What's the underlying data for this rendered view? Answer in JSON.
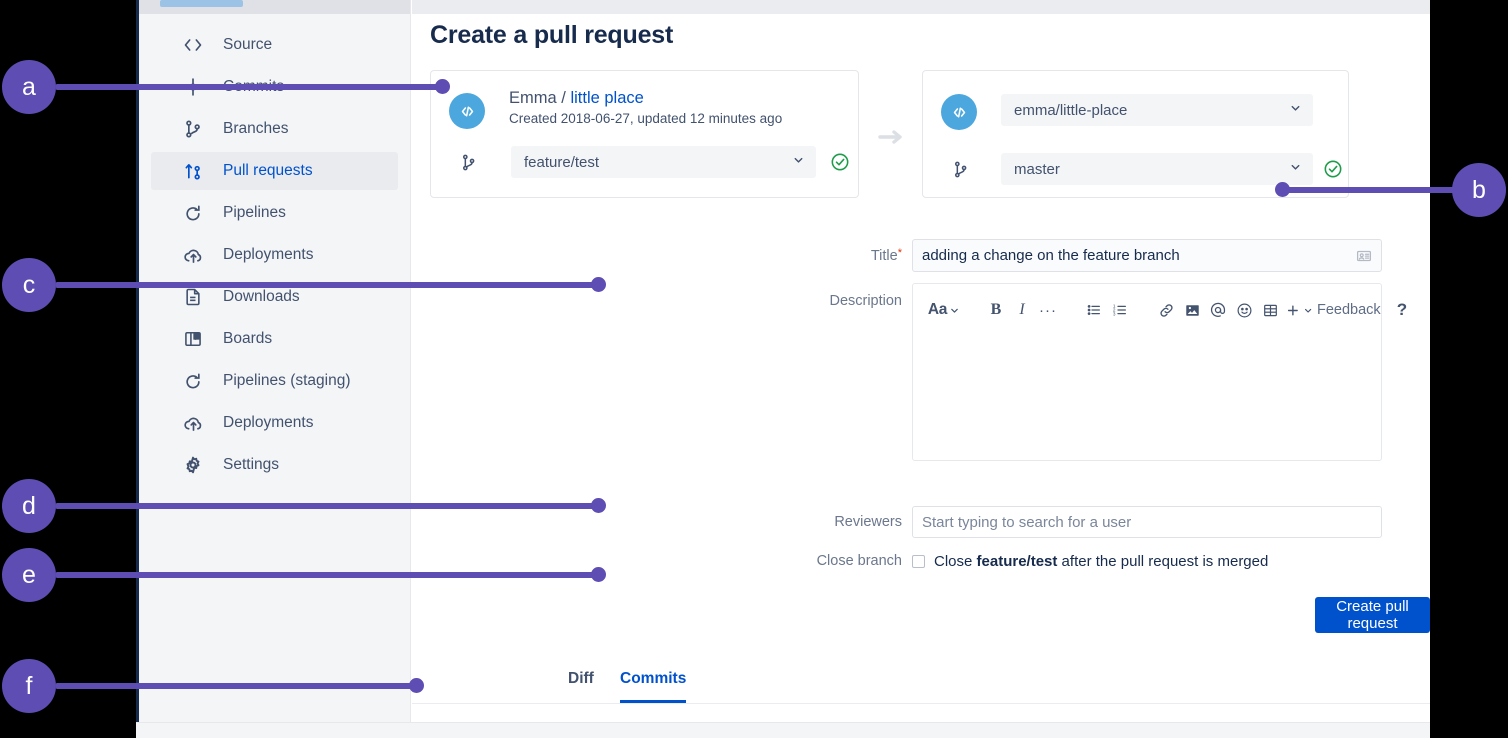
{
  "page": {
    "title": "Create a pull request"
  },
  "sidebar": {
    "items": [
      {
        "label": "Source",
        "icon": "code-brackets-icon",
        "active": false
      },
      {
        "label": "Commits",
        "icon": "commit-icon",
        "active": false
      },
      {
        "label": "Branches",
        "icon": "branch-icon",
        "active": false
      },
      {
        "label": "Pull requests",
        "icon": "pull-request-icon",
        "active": true
      },
      {
        "label": "Pipelines",
        "icon": "pipelines-icon",
        "active": false
      },
      {
        "label": "Deployments",
        "icon": "deployments-icon",
        "active": false
      },
      {
        "label": "Downloads",
        "icon": "downloads-icon",
        "active": false
      },
      {
        "label": "Boards",
        "icon": "boards-icon",
        "active": false
      },
      {
        "label": "Pipelines (staging)",
        "icon": "pipelines-icon",
        "active": false
      },
      {
        "label": "Deployments",
        "icon": "deployments-icon",
        "active": false
      },
      {
        "label": "Settings",
        "icon": "gear-icon",
        "active": false
      }
    ]
  },
  "source": {
    "owner": "Emma",
    "separator": "/",
    "repo_link": "little place",
    "meta": "Created 2018-06-27, updated 12 minutes ago",
    "branch": "feature/test",
    "status": "valid"
  },
  "destination": {
    "repo": "emma/little-place",
    "branch": "master",
    "status": "valid"
  },
  "form": {
    "title_label": "Title",
    "title_required_mark": "*",
    "title_value": "adding a change on the feature branch",
    "description_label": "Description",
    "description_value": "",
    "reviewers_label": "Reviewers",
    "reviewers_placeholder": "Start typing to search for a user",
    "close_branch_label": "Close branch",
    "close_branch_text_before": "Close ",
    "close_branch_branch": "feature/test",
    "close_branch_text_after": " after the pull request is merged",
    "close_branch_checked": false,
    "submit_label": "Create pull request"
  },
  "editor_toolbar": {
    "buttons": [
      {
        "name": "text-style-icon",
        "glyph": "Aa"
      },
      {
        "name": "bold-icon",
        "glyph": "B"
      },
      {
        "name": "italic-icon",
        "glyph": "I"
      },
      {
        "name": "more-formatting-icon",
        "glyph": "···"
      },
      {
        "name": "bullet-list-icon",
        "glyph": "list"
      },
      {
        "name": "numbered-list-icon",
        "glyph": "numlist"
      },
      {
        "name": "link-icon",
        "glyph": "link"
      },
      {
        "name": "image-icon",
        "glyph": "image"
      },
      {
        "name": "mention-icon",
        "glyph": "@"
      },
      {
        "name": "emoji-icon",
        "glyph": "emoji"
      },
      {
        "name": "table-icon",
        "glyph": "table"
      },
      {
        "name": "insert-more-icon",
        "glyph": "+"
      }
    ],
    "feedback_label": "Feedback",
    "help_label": "?"
  },
  "tabs": [
    {
      "label": "Diff",
      "active": false
    },
    {
      "label": "Commits",
      "active": true
    }
  ],
  "annotations": [
    {
      "letter": "a",
      "target": "source-repo-card"
    },
    {
      "letter": "b",
      "target": "destination-branch-select"
    },
    {
      "letter": "c",
      "target": "description-editor"
    },
    {
      "letter": "d",
      "target": "reviewers-input"
    },
    {
      "letter": "e",
      "target": "close-branch-checkbox"
    },
    {
      "letter": "f",
      "target": "tabs-bar"
    }
  ],
  "colors": {
    "accent": "#0052cc",
    "annotation": "#5E4DB2",
    "sidebar_bg": "#f4f5f7",
    "avatar": "#4BA7DD",
    "success": "#1f9c4b"
  }
}
